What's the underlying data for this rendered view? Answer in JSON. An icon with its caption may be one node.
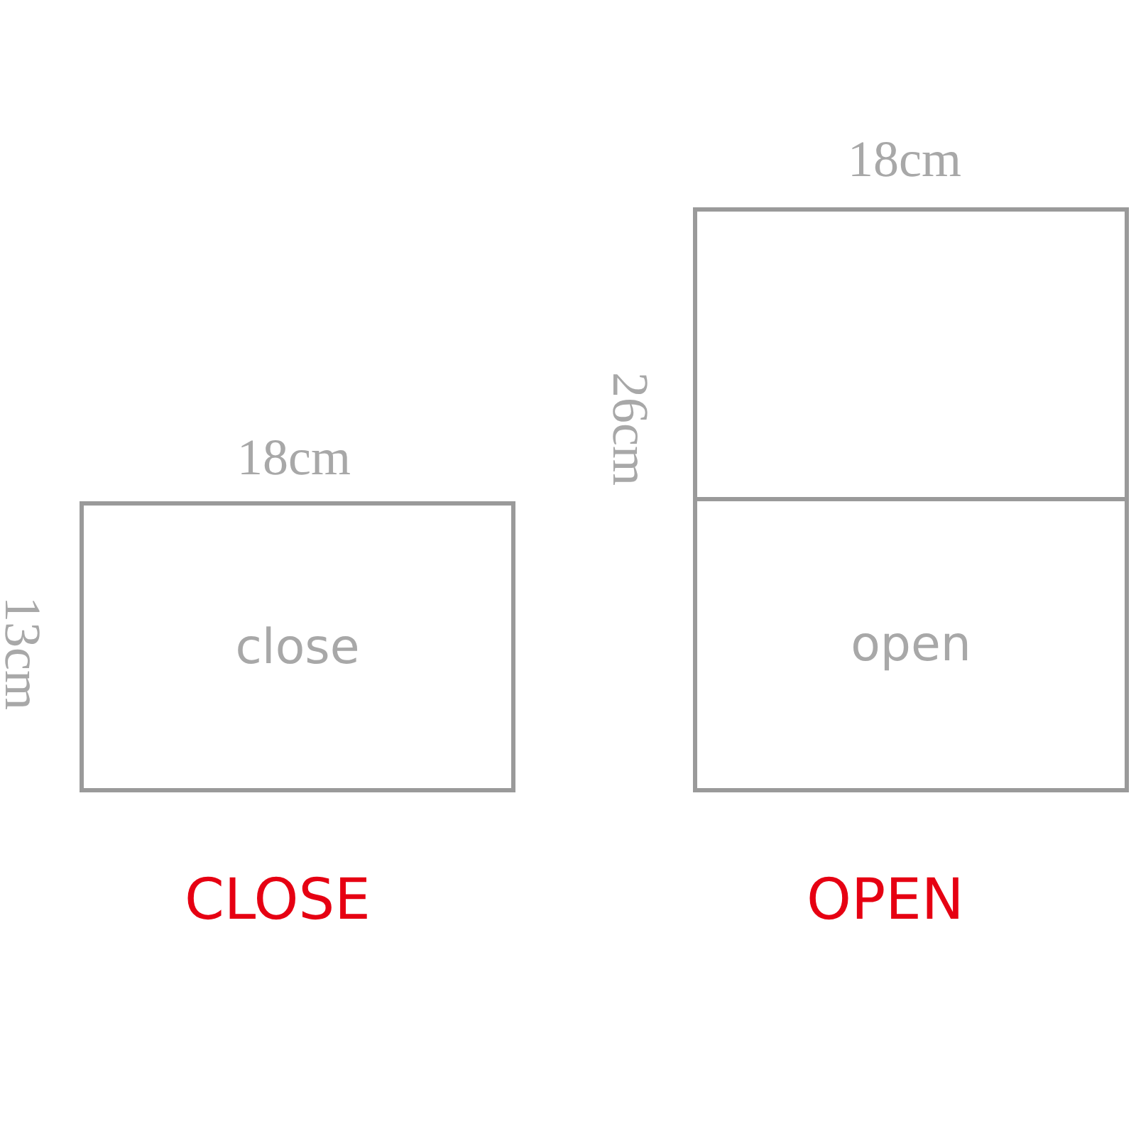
{
  "diagram": {
    "nodes": [
      {
        "text": [
          "close"
        ]
      },
      {
        "text": [],
        "shape": "box"
      },
      {
        "text": [
          "open"
        ]
      }
    ],
    "labels": [
      "18cm",
      "26cm",
      "18cm",
      "13cm",
      "CLOSE",
      "OPEN"
    ]
  }
}
